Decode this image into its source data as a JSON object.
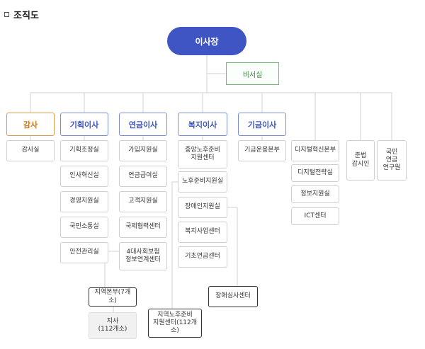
{
  "page": {
    "title": "조직도"
  },
  "top": {
    "chairman": "이사장",
    "secretary": "비서실"
  },
  "columns": {
    "audit": {
      "head": "감사",
      "items": [
        "감사실"
      ]
    },
    "planning": {
      "head": "기획이사",
      "items": [
        "기획조정실",
        "인사혁신실",
        "경영지원실",
        "국민소통실",
        "안전관리실"
      ]
    },
    "pension": {
      "head": "연금이사",
      "items": [
        "가입지원실",
        "연금급여실",
        "고객지원실",
        "국제협력센터",
        "4대사회보험\n정보연계센터"
      ]
    },
    "welfare": {
      "head": "복지이사",
      "items": [
        "중앙노후준비\n지원센터",
        "노후준비지원실",
        "장애인지원실",
        "복지사업센터",
        "기초연금센터"
      ]
    },
    "fund": {
      "head": "기금이사",
      "items": [
        "기금운용본부"
      ]
    },
    "digital": {
      "items": [
        "디지털혁신본부",
        "디지털전략실",
        "정보지원실",
        "ICT센터"
      ]
    },
    "compliance": {
      "label": "준법\n감시인"
    },
    "institute": {
      "label": "국민\n연금\n연구원"
    }
  },
  "regional": {
    "hq": "지역본부(7개소)",
    "branch": "지사\n(112개소)",
    "senior_center": "지역노후준비\n지원센터(112개소)",
    "disability_center": "장애심사센터"
  }
}
